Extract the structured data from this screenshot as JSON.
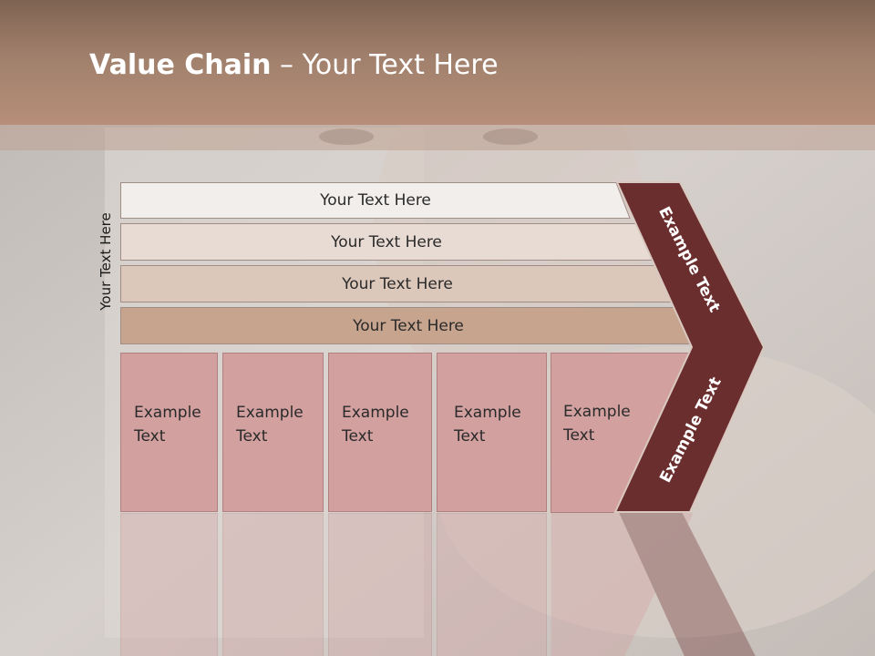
{
  "slide": {
    "title_bold": "Value Chain",
    "title_rest": " – Your Text Here",
    "side_label": "Your Text Here",
    "bars": [
      "Your Text Here",
      "Your Text Here",
      "Your Text Here",
      "Your Text Here"
    ],
    "boxes": [
      {
        "line1": "Example",
        "line2": "Text"
      },
      {
        "line1": "Example",
        "line2": "Text"
      },
      {
        "line1": "Example",
        "line2": "Text"
      },
      {
        "line1": "Example",
        "line2": "Text"
      },
      {
        "line1": "Example",
        "line2": "Text"
      }
    ],
    "chevron_top_label": "Example Text",
    "chevron_bottom_label": "Example Text"
  },
  "colors": {
    "header": "#a0806c",
    "chevron": "#6b2e2e",
    "box_fill": "#d3a0a0",
    "bar_fills": [
      "#f2eeec",
      "#e8dbd3",
      "#dcc7bb",
      "#c7a48e"
    ]
  }
}
